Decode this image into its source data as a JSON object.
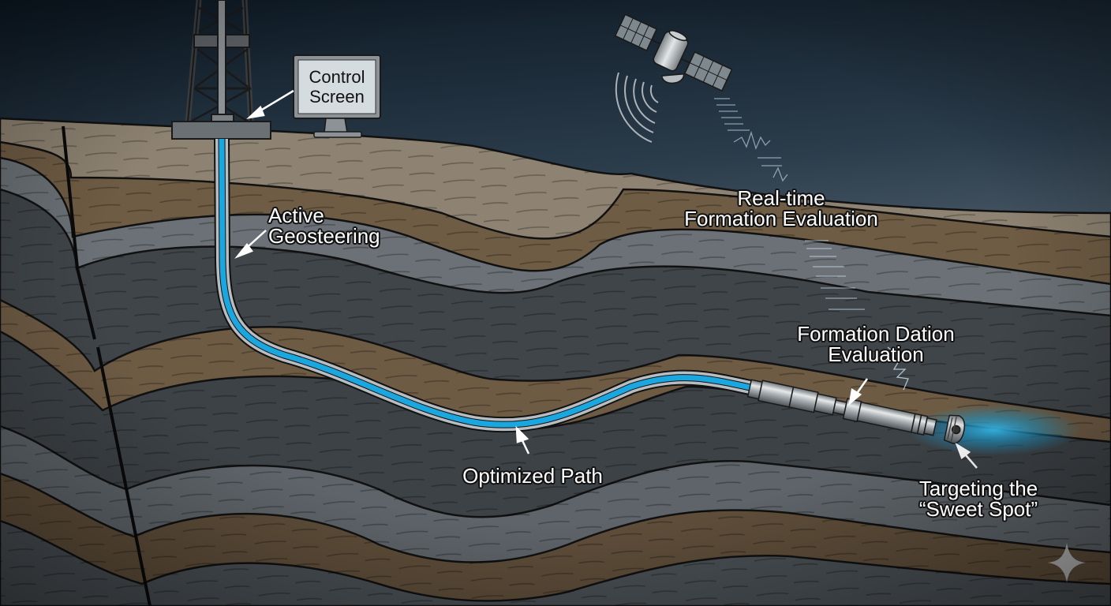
{
  "diagram": {
    "subject": "Geosteering horizontal drilling cross-section",
    "colors": {
      "sky_top": "#0f1c28",
      "sky_bottom": "#8c99a3",
      "layer_tan": "#8f8270",
      "layer_brown": "#6e5a42",
      "layer_grey_light": "#6d7378",
      "layer_grey_dark": "#3e4347",
      "wellbore_fluid": "#1aa7df",
      "wellbore_casing": "#b7bcc0",
      "glow": "#2fb3ea",
      "outline": "#111111"
    },
    "labels": {
      "control_screen": [
        "Control",
        "Screen"
      ],
      "active_geosteering": [
        "Active",
        "Geosteering"
      ],
      "realtime_formation": [
        "Real-time",
        "Formation Evaluation"
      ],
      "formation_dation": [
        "Formation Dation",
        "Evaluation"
      ],
      "optimized_path": [
        "Optimized Path"
      ],
      "sweet_spot": [
        "Targeting the",
        "“Sweet Spot”"
      ]
    },
    "elements": [
      "drilling-rig",
      "control-screen-monitor",
      "satellite",
      "signal-waves",
      "data-stream",
      "wellbore",
      "mwd-tool",
      "drill-bit",
      "fault-line",
      "sparkle-watermark"
    ]
  }
}
